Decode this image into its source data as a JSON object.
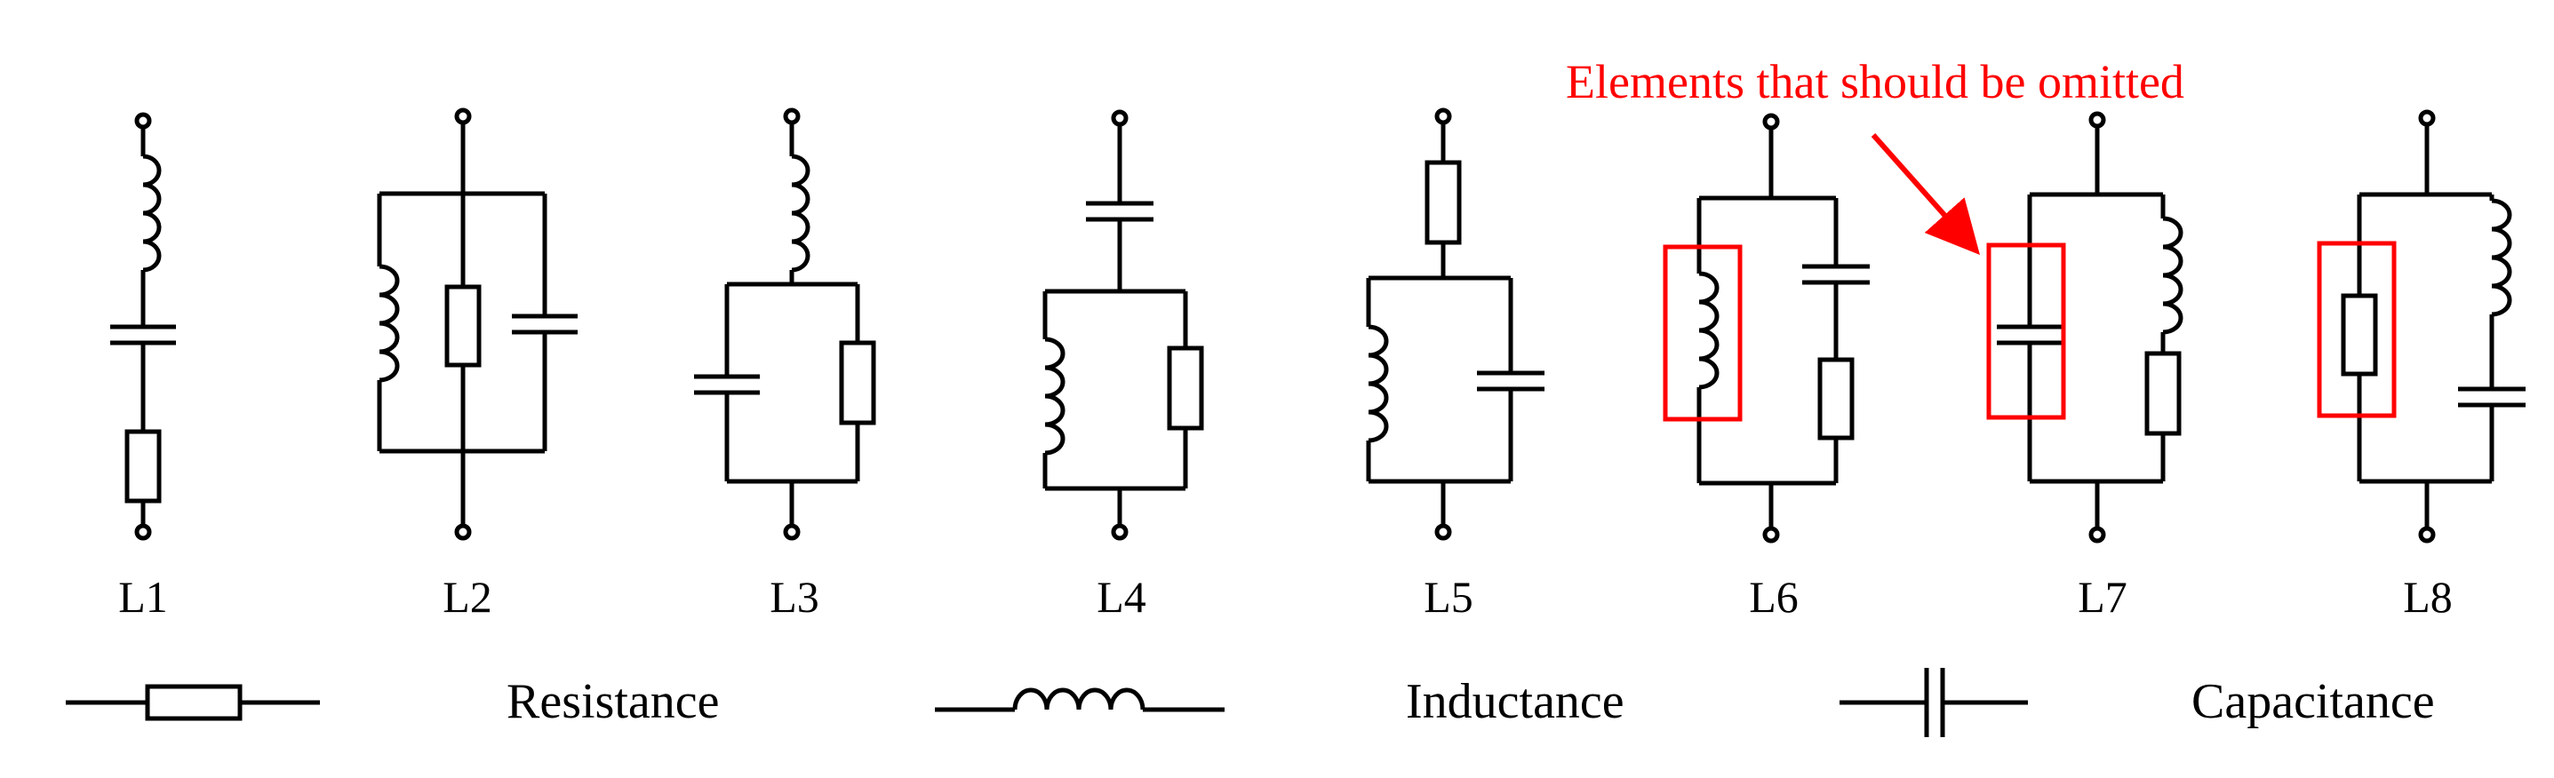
{
  "annotation": {
    "text": "Elements that should be omitted",
    "color": "#ff0000"
  },
  "circuits": [
    {
      "label": "L1",
      "topology": "series: inductance, capacitance, resistance"
    },
    {
      "label": "L2",
      "topology": "parallel: inductance | resistance | capacitance"
    },
    {
      "label": "L3",
      "topology": "inductance in series with (capacitance | resistance)"
    },
    {
      "label": "L4",
      "topology": "capacitance in series with (inductance | resistance)"
    },
    {
      "label": "L5",
      "topology": "resistance in series with (inductance | capacitance)"
    },
    {
      "label": "L6",
      "topology": "inductance | (capacitance + resistance)",
      "omitted": "inductance"
    },
    {
      "label": "L7",
      "topology": "capacitance | (inductance + resistance)",
      "omitted": "capacitance"
    },
    {
      "label": "L8",
      "topology": "resistance | (inductance + capacitance)",
      "omitted": "resistance"
    }
  ],
  "legend": [
    {
      "symbol": "resistance",
      "label": "Resistance"
    },
    {
      "symbol": "inductance",
      "label": "Inductance"
    },
    {
      "symbol": "capacitance",
      "label": "Capacitance"
    }
  ],
  "colors": {
    "line": "#000000",
    "highlight": "#ff0000"
  }
}
